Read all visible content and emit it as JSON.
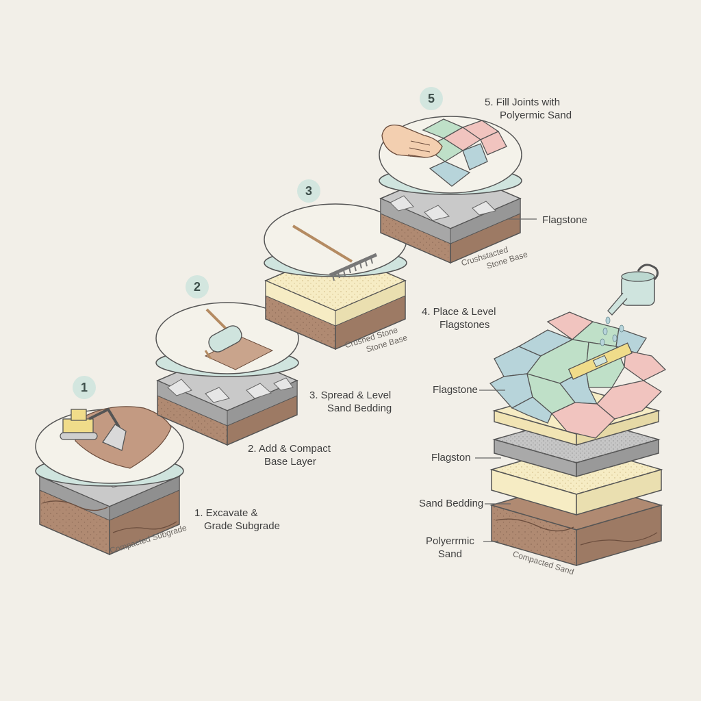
{
  "steps": [
    {
      "badge": "1",
      "line1": "1. Excavate &",
      "line2": "Grade Subgrade",
      "base_label": "Compacted Subgrade"
    },
    {
      "badge": "2",
      "line1": "2. Add & Compact",
      "line2": "Base Layer"
    },
    {
      "badge": "3",
      "line1": "3. Spread & Level",
      "line2": "Sand Bedding",
      "base_label_1": "Crushed Stone",
      "base_label_2": "Stone Base"
    },
    {
      "badge": "5",
      "line1": "5. Fill Joints with",
      "line2": "Polyermic Sand",
      "side_label": "Flagstone",
      "base_label_1": "Crushstacted",
      "base_label_2": "Stone Base"
    }
  ],
  "exploded": {
    "title_line1": "4. Place & Level",
    "title_line2": "Flagstones",
    "labels": [
      "Flagstone",
      "Flagston",
      "Sand Bedding"
    ],
    "poly_line1": "Polyerrmic",
    "poly_line2": "Sand",
    "base_label": "Compacted Sand"
  },
  "colors": {
    "background": "#f2efe8",
    "soil": "#b08a72",
    "gravel": "#a7a7a7",
    "sand": "#f6ecc4",
    "disc": "#f4f2ea",
    "stone_green": "#bfe0c8",
    "stone_blue": "#b7d4da",
    "stone_pink": "#f1c4bf",
    "badge": "#d3e6df"
  }
}
